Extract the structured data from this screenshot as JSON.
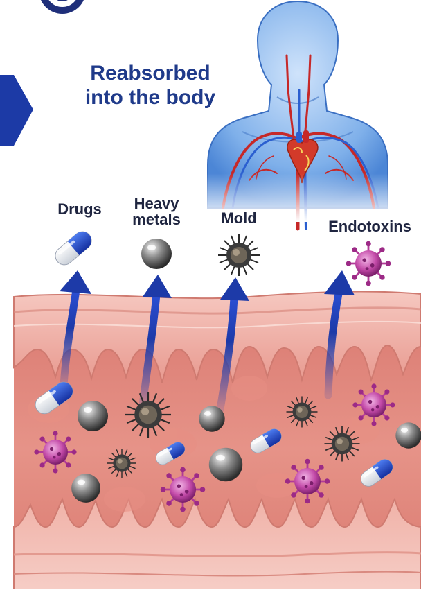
{
  "headline": {
    "line1": "Reabsorbed",
    "line2": "into the body"
  },
  "labels": {
    "drugs": "Drugs",
    "heavy_line1": "Heavy",
    "heavy_line2": "metals",
    "mold": "Mold",
    "endotoxins": "Endotoxins"
  },
  "colors": {
    "headline": "#1f3a8a",
    "label": "#1f2540",
    "arrow": "#1d3aa8",
    "tissue": "#e7908a",
    "capsule_blue": "#1f45c9",
    "virus": "#c34aa8"
  },
  "icons": [
    "step-badge-icon",
    "nav-arrow-icon",
    "human-body-icon",
    "heart-icon",
    "capsule-icon",
    "metal-ball-icon",
    "mold-spore-icon",
    "virus-icon",
    "up-arrow-icon",
    "intestine-wall"
  ]
}
